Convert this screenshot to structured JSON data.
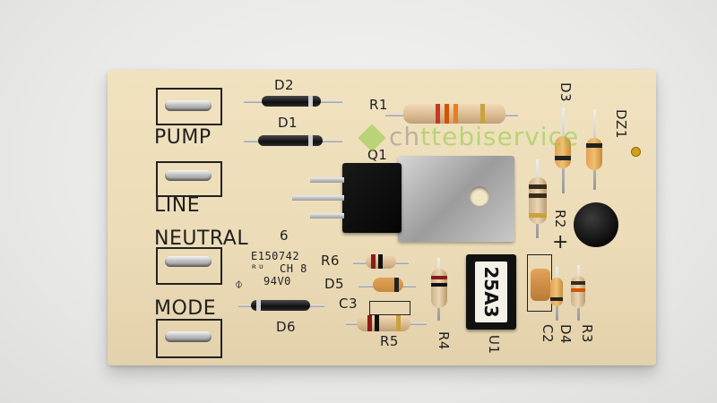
{
  "board": {
    "terminals": [
      "PUMP",
      "LINE",
      "NEUTRAL",
      "MODE"
    ],
    "marking": {
      "num": "6",
      "ul_code": "E150742",
      "ul_line": "CH 8",
      "rating": "94V0"
    },
    "components": {
      "d1": "D1",
      "d2": "D2",
      "d3": "D3",
      "d4": "D4",
      "d5": "D5",
      "d6": "D6",
      "dz1": "DZ1",
      "r1": "R1",
      "r2": "R2",
      "r3": "R3",
      "r4": "R4",
      "r5": "R5",
      "r6": "R6",
      "c2": "C2",
      "c3": "C3",
      "q1": "Q1",
      "u1": "U1",
      "plus": "+"
    },
    "chip_marking": "25A3"
  },
  "watermark": {
    "part1": "ch",
    "part2": "ttebi",
    "part3": "service"
  }
}
